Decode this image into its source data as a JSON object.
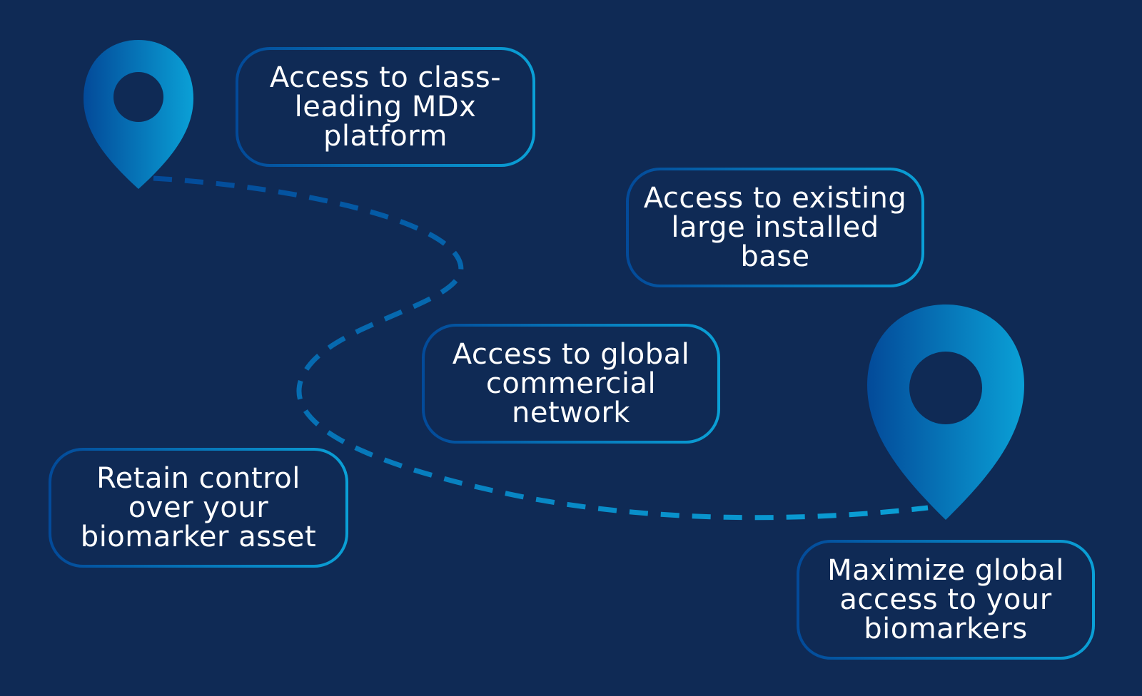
{
  "colors": {
    "background": "#0f2a55",
    "accent_dark": "#034a99",
    "accent_light": "#0aa0d6",
    "text": "#ffffff"
  },
  "icons": {
    "start_pin": "map-pin-icon",
    "end_pin": "map-pin-icon"
  },
  "boxes": [
    {
      "lines": [
        "Access to class-",
        "leading MDx",
        "platform"
      ]
    },
    {
      "lines": [
        "Access to existing",
        "large installed",
        "base"
      ]
    },
    {
      "lines": [
        "Access to global",
        "commercial",
        "network"
      ]
    },
    {
      "lines": [
        "Retain control",
        "over your",
        "biomarker asset"
      ]
    },
    {
      "lines": [
        "Maximize global",
        "access to your",
        "biomarkers"
      ]
    }
  ]
}
